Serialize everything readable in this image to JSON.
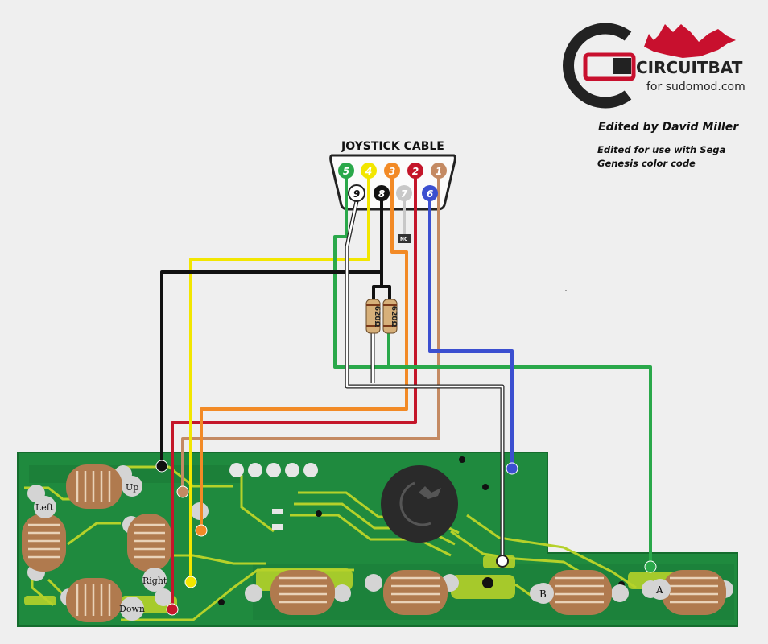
{
  "logo": {
    "brand": "CIRCUITBAT",
    "tagline": "for sudomod.com"
  },
  "credits": {
    "editor": "Edited by David Miller",
    "note_line1": "Edited for use with Sega",
    "note_line2": "Genesis color code"
  },
  "connector": {
    "title": "JOYSTICK CABLE",
    "nc_label": "NC",
    "pins_top": [
      {
        "num": "5",
        "color": "#2aa84a"
      },
      {
        "num": "4",
        "color": "#f2e600"
      },
      {
        "num": "3",
        "color": "#f28a26"
      },
      {
        "num": "2",
        "color": "#c4162a"
      },
      {
        "num": "1",
        "color": "#c48a63"
      }
    ],
    "pins_bottom": [
      {
        "num": "9",
        "color": "#ffffff"
      },
      {
        "num": "8",
        "color": "#111111"
      },
      {
        "num": "7",
        "color": "#c8c8c8"
      },
      {
        "num": "6",
        "color": "#3b4fd0"
      }
    ]
  },
  "resistors": [
    {
      "label": "620Ω"
    },
    {
      "label": "620Ω"
    }
  ],
  "buttons": {
    "up": "Up",
    "left": "Left",
    "right": "Right",
    "down": "Down",
    "b": "B",
    "a": "A"
  },
  "colors": {
    "pcb": "#1f8a3e",
    "pcb_dark": "#176d30",
    "trace": "#b5d12a",
    "pad": "#b07a4e",
    "background": "#efefef",
    "brand_red": "#c8102e"
  }
}
